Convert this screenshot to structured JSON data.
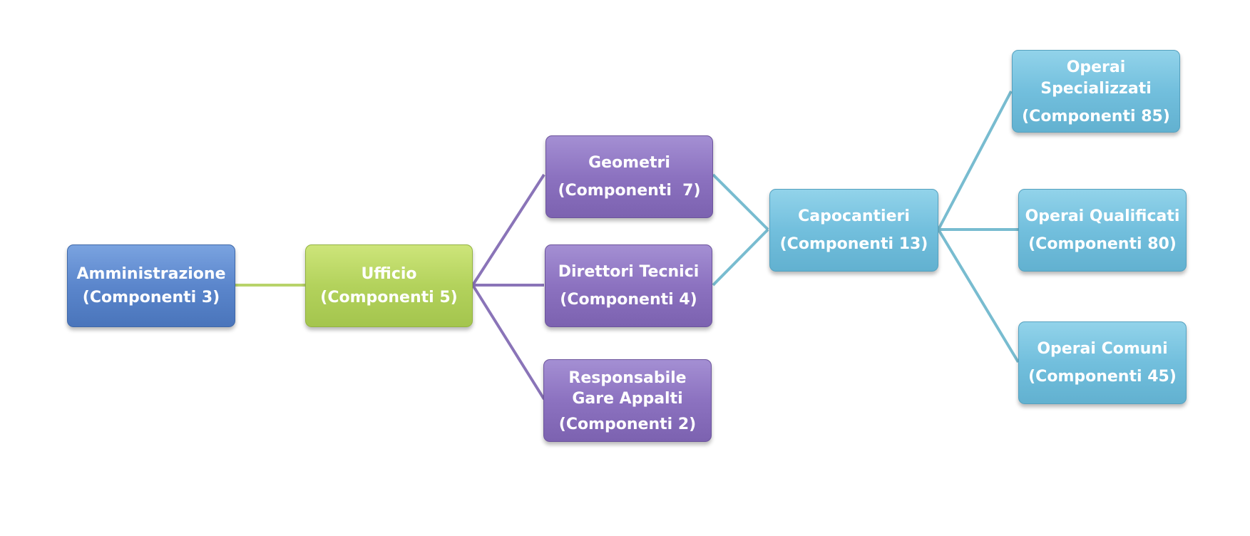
{
  "nodes": {
    "amministrazione": {
      "name": "Amministrazione",
      "count": "(Componenti 3)"
    },
    "ufficio": {
      "name": "Ufficio",
      "count": "(Componenti 5)"
    },
    "geometri": {
      "name": "Geometri",
      "count": "(Componenti  7)"
    },
    "direttori_tecnici": {
      "name": "Direttori Tecnici",
      "count": "(Componenti 4)"
    },
    "responsabile_gare": {
      "name": "Responsabile Gare Appalti",
      "count": "(Componenti 2)"
    },
    "capocantieri": {
      "name": "Capocantieri",
      "count": "(Componenti 13)"
    },
    "operai_specializzati": {
      "name": "Operai Specializzati",
      "count": "(Componenti 85)"
    },
    "operai_qualificati": {
      "name": "Operai Qualificati",
      "count": "(Componenti 80)"
    },
    "operai_comuni": {
      "name": "Operai Comuni",
      "count": "(Componenti 45)"
    }
  },
  "colors": {
    "amministrazione": "#5b86cc",
    "ufficio": "#b3d25c",
    "middle_level": "#8c72c0",
    "capocantieri_level": "#72bfdd",
    "connector_green": "#b8d36a",
    "connector_purple": "#8a74b8",
    "connector_cyan": "#78bcd0"
  }
}
